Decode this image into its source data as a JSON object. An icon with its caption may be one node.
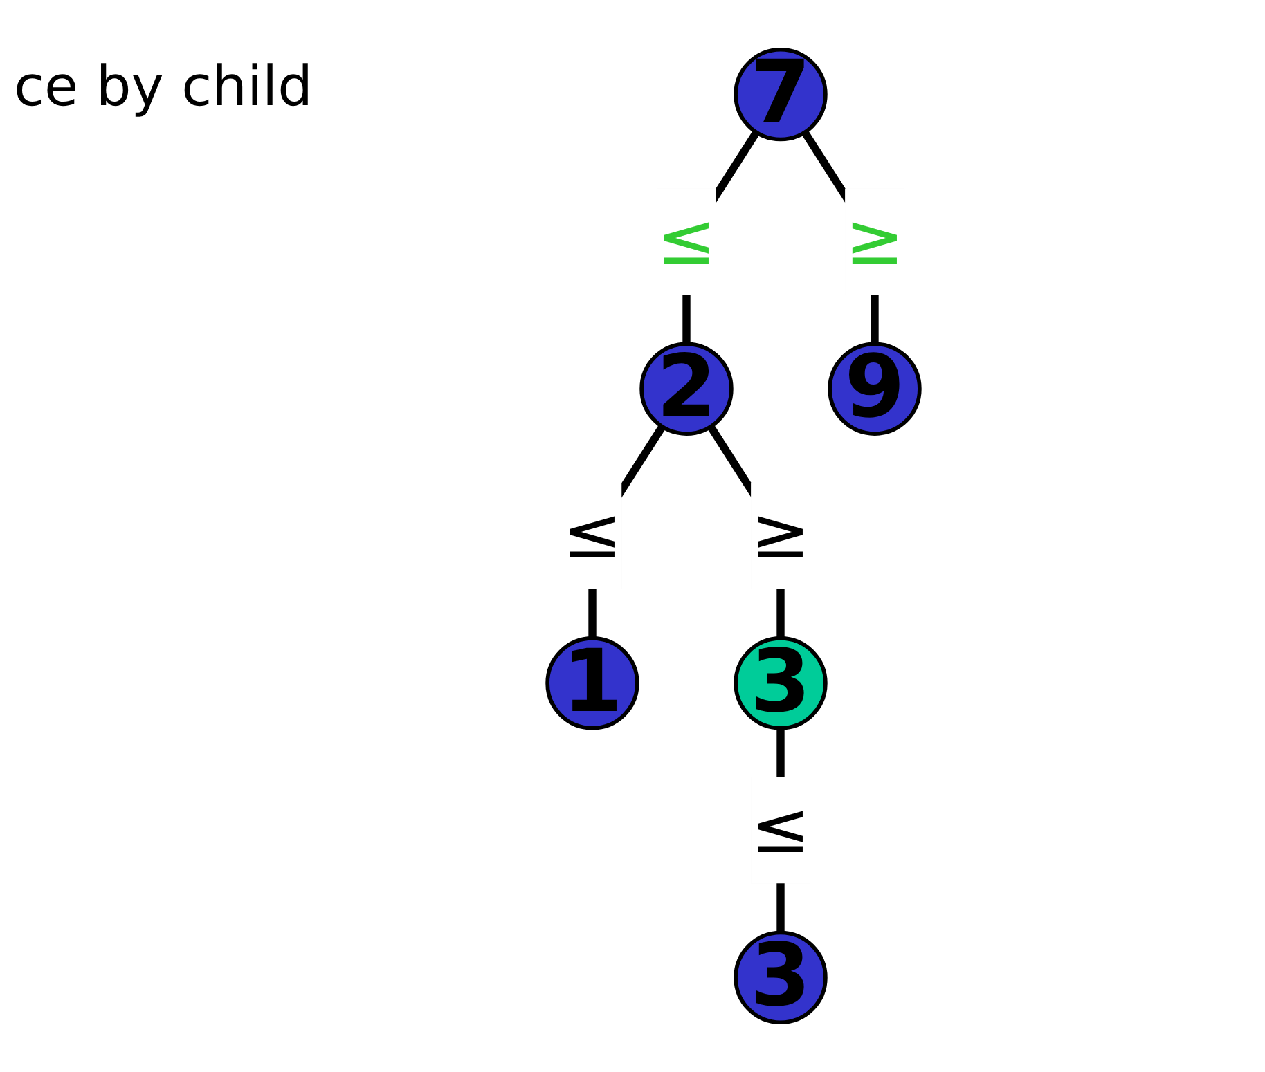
{
  "diagram": {
    "nodes": [
      {
        "text": [
          "7"
        ]
      },
      {
        "text": [
          "2"
        ]
      },
      {
        "text": [
          "9"
        ]
      },
      {
        "text": [
          "1"
        ]
      },
      {
        "text": [
          "3"
        ]
      },
      {
        "text": [
          "3"
        ]
      }
    ],
    "edges": [
      {
        "from": 0,
        "to": 1,
        "arrow": "none",
        "label": "≤"
      },
      {
        "from": 0,
        "to": 2,
        "arrow": "none",
        "label": "≥"
      },
      {
        "from": 1,
        "to": 3,
        "arrow": "none",
        "label": "≤"
      },
      {
        "from": 1,
        "to": 4,
        "arrow": "none",
        "label": "≥"
      },
      {
        "from": 4,
        "to": 5,
        "arrow": "none",
        "label": "≤"
      }
    ],
    "labels": [
      "ce by child"
    ]
  }
}
